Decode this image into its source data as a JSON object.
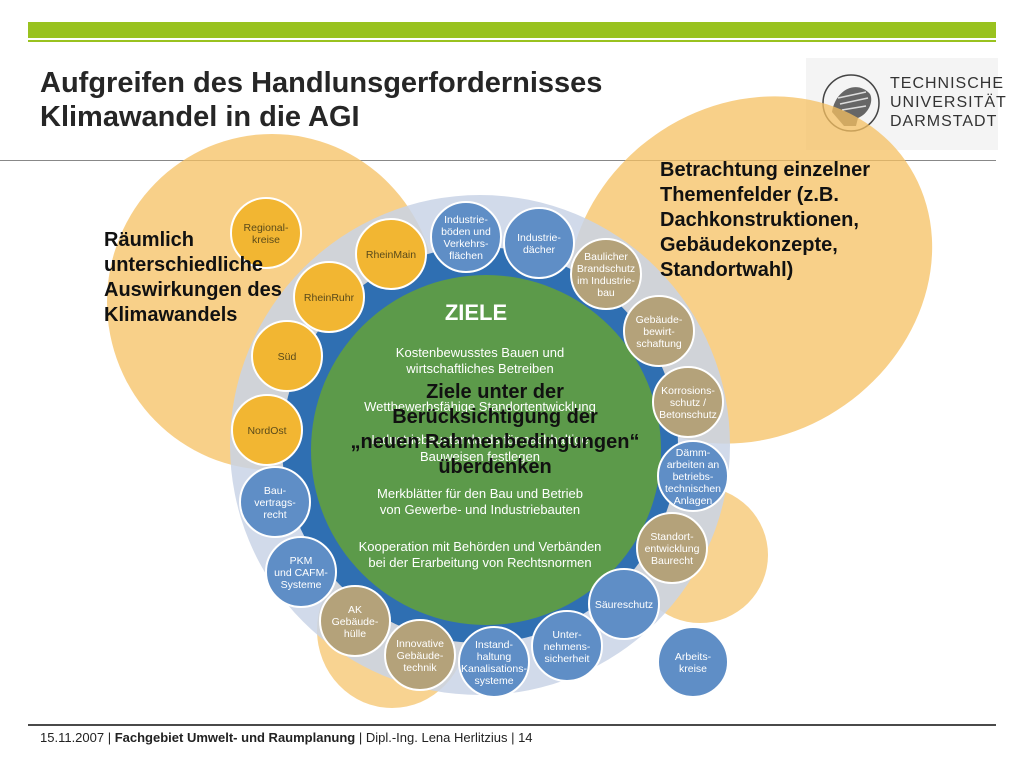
{
  "title": "Aufgreifen des Handlunsgerfordernisses Klimawandel in die AGI",
  "logo": {
    "line1": "TECHNISCHE",
    "line2": "UNIVERSITÄT",
    "line3": "DARMSTADT"
  },
  "center": {
    "heading": "ZIELE",
    "goals": [
      "Kostenbewusstes Bauen und",
      "wirtschaftliches Betreiben",
      "Wettbewerbsfähige Standortentwicklung",
      "Industriebaustandards für nachhaltige",
      "Bauweisen festlegen",
      "Merkblätter für den Bau und Betrieb",
      "von Gewerbe- und Industriebauten",
      "Kooperation mit Behörden und Verbänden",
      "bei der Erarbeitung von Rechtsnormen"
    ]
  },
  "nodes_yellow": [
    [
      "Regional-",
      "kreise"
    ],
    [
      "RheinMain"
    ],
    [
      "RheinRuhr"
    ],
    [
      "Süd"
    ],
    [
      "NordOst"
    ]
  ],
  "nodes_blue": [
    [
      "Industrie-",
      "böden und",
      "Verkehrs-",
      "flächen"
    ],
    [
      "Industrie-",
      "dächer"
    ],
    [
      "Bau-",
      "vertrags-",
      "recht"
    ],
    [
      "PKM",
      "und CAFM-",
      "Systeme"
    ],
    [
      "Instand-",
      "haltung",
      "Kanalisations-",
      "systeme"
    ],
    [
      "Unter-",
      "nehmens-",
      "sicherheit"
    ],
    [
      "Säureschutz"
    ],
    [
      "Dämm-",
      "arbeiten an",
      "betriebs-",
      "technischen",
      "Anlagen"
    ],
    [
      "Arbeits-",
      "kreise"
    ]
  ],
  "nodes_tan": [
    [
      "Baulicher",
      "Brandschutz",
      "im Industrie-",
      "bau"
    ],
    [
      "Gebäude-",
      "bewirt-",
      "schaftung"
    ],
    [
      "Korrosions-",
      "schutz /",
      "Betonschutz"
    ],
    [
      "Standort-",
      "entwicklung",
      "Baurecht"
    ],
    [
      "AK",
      "Gebäude-",
      "hülle"
    ],
    [
      "Innovative",
      "Gebäude-",
      "technik"
    ]
  ],
  "overlays": {
    "left": "Räumlich unterschiedliche Auswirkungen des Klimawandels",
    "right": "Betrachtung einzelner Themenfelder (z.B. Dachkonstruktionen, Gebäudekonzepte, Standortwahl)",
    "center_lines": [
      "Ziele unter der",
      "Berücksichtigung der",
      "„neuen Rahmenbedingungen“",
      "überdenken"
    ]
  },
  "footer": {
    "date": "15.11.2007",
    "department": "Fachgebiet Umwelt- und Raumplanung",
    "author": "Dipl.-Ing. Lena Herlitzius",
    "page": "14"
  },
  "colors": {
    "accent": "#99c21f",
    "orange_ellipse": "#f5c062",
    "ring_blue": "#2f6fb2",
    "center_green": "#5c9a4a",
    "node_yellow": "#f2b632",
    "node_blue": "#5f8ec6",
    "node_tan": "#b4a27a"
  }
}
